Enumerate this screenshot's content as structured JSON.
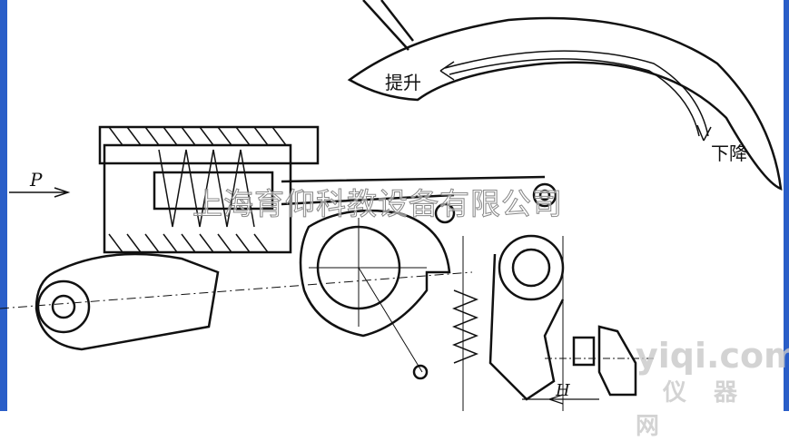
{
  "labels": {
    "lift": "提升",
    "lower": "下降",
    "force": "P",
    "gap": "H"
  },
  "watermark": "上海育仰科教设备有限公司",
  "logo": {
    "domain": "yiqi.com",
    "name": "仪器网"
  },
  "colors": {
    "edge": "#2a5ec8",
    "ink": "#111111"
  }
}
